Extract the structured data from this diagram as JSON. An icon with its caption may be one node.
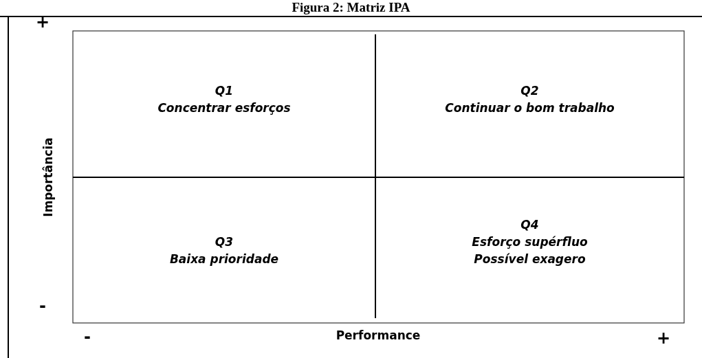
{
  "diagram": {
    "title": "Figura 2: Matriz IPA",
    "nodes": [
      {
        "text": [
          "Q1",
          "Concentrar esforços"
        ]
      },
      {
        "text": [
          "Q2",
          "Continuar o bom trabalho"
        ]
      },
      {
        "text": [
          "Q3",
          "Baixa prioridade"
        ]
      },
      {
        "text": [
          "Q4",
          "Esforço supérfluo",
          "Possível exagero"
        ]
      }
    ],
    "labels": [
      "+",
      "Importância",
      "-",
      "-",
      "Performance",
      "+"
    ]
  }
}
